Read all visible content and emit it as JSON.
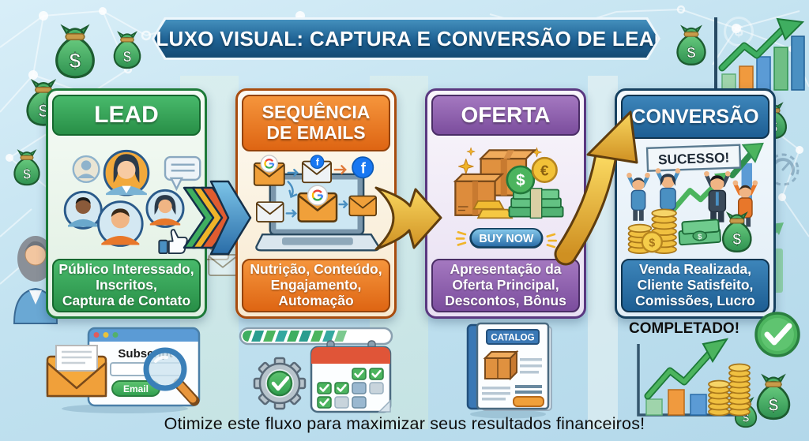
{
  "title": {
    "text": "FLUXO VISUAL: CAPTURA E CONVERSÃO DE LEAD"
  },
  "columns": [
    {
      "key": "lead",
      "header": "LEAD",
      "footer": "Público Interessado,\nInscritos,\nCaptura de Contato",
      "theme_color": "#2f9e4e"
    },
    {
      "key": "emails",
      "header": "SEQUÊNCIA\nDE EMAILS",
      "footer": "Nutrição, Conteúdo,\nEngajamento,\nAutomação",
      "theme_color": "#e2661a"
    },
    {
      "key": "oferta",
      "header": "OFERTA",
      "footer": "Apresentação da\nOferta Principal,\nDescontos, Bônus",
      "theme_color": "#7d4f9e",
      "cta_label": "BUY NOW"
    },
    {
      "key": "conversao",
      "header": "CONVERSÃO",
      "footer": "Venda Realizada,\nCliente Satisfeito,\nComissões, Lucro",
      "theme_color": "#205f94",
      "banner_label": "SUCESSO!"
    }
  ],
  "bottom": {
    "subscribe_card": {
      "title": "Subscript",
      "button_label": "Email"
    },
    "catalog_card": {
      "label": "CATALOG"
    },
    "completed": {
      "label": "COMPLETADO!"
    }
  },
  "caption": "Otimize este fluxo para maximizar seus resultados financeiros!",
  "icons": {
    "dollar": "$",
    "euro": "€",
    "facebook_letter": "f"
  },
  "colors": {
    "background": "#c2e2f0",
    "green": "#2f9e4e",
    "orange": "#e2661a",
    "purple": "#7d4f9e",
    "blue": "#205f94",
    "gold": "#e8b53a",
    "banner_blue": "#1d6092"
  }
}
